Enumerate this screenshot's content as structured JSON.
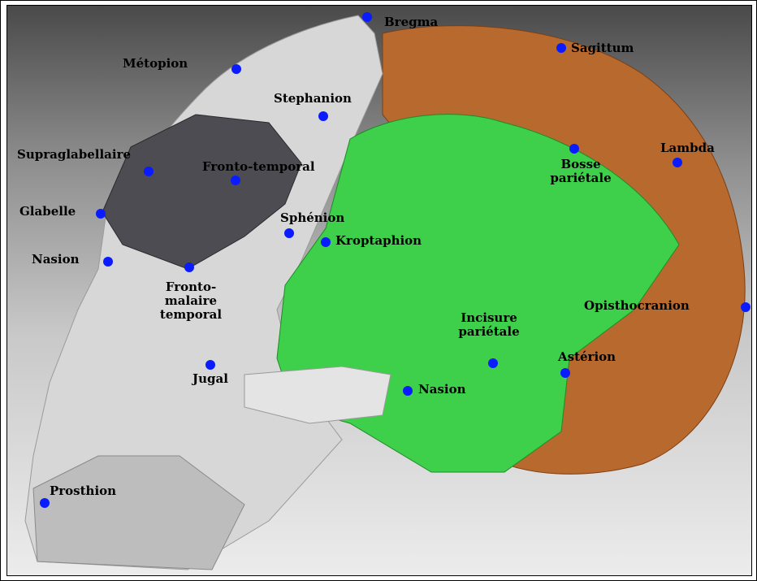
{
  "colors": {
    "landmark": "#0a1bff",
    "frontal_bone": "#d7d7d7",
    "face_bone": "#e4e4e4",
    "brow_ridge": "#4c4c52",
    "parietal_bone": "#b8692e",
    "temporal_bone": "#3ed04a"
  },
  "labels": {
    "bregma": "Bregma",
    "sagittum": "Sagittum",
    "metopion": "Métopion",
    "stephanion": "Stephanion",
    "supraglabellaire": "Supraglabellaire",
    "fronto_temporal": "Fronto-temporal",
    "lambda": "Lambda",
    "bosse_parietale_1": "Bosse",
    "bosse_parietale_2": "pariétale",
    "glabelle": "Glabelle",
    "sphenion": "Sphénion",
    "kroptaphion": "Kroptaphion",
    "nasion_face": "Nasion",
    "fronto_malaire_1": "Fronto-",
    "fronto_malaire_2": "malaire",
    "fronto_malaire_3": "temporal",
    "opisthocranion": "Opisthocranion",
    "incisure_1": "Incisure",
    "incisure_2": "pariétale",
    "asterion": "Astérion",
    "jugal": "Jugal",
    "nasion_ear": "Nasion",
    "prosthion": "Prosthion"
  }
}
